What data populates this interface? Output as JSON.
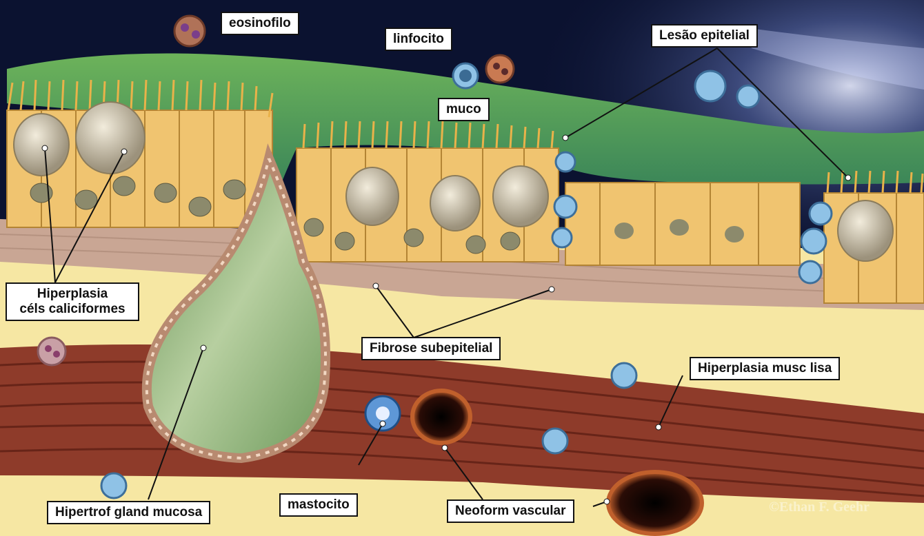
{
  "labels": {
    "eosinofilo": "eosinofilo",
    "linfocito": "linfocito",
    "lesao_epitelial": "Lesão epitelial",
    "muco": "muco",
    "hiperplasia_caliciformes_1": "Hiperplasia",
    "hiperplasia_caliciformes_2": "céls caliciformes",
    "fibrose_subepitelial": "Fibrose subepitelial",
    "hiperplasia_musc_lisa": "Hiperplasia musc lisa",
    "hipertrof_gland_mucosa": "Hipertrof gland mucosa",
    "mastocito": "mastocito",
    "neoform_vascular": "Neoform vascular"
  },
  "credit": "©Ethan F. Geehr",
  "colors": {
    "background_dark": "#0b1230",
    "mucus": "#4f9a4a",
    "epithelium": "#f0c470",
    "basement": "#c9a694",
    "submucosa": "#f6e7a3",
    "smooth_muscle": "#8e3b2a",
    "gland": "#8fae7a"
  }
}
